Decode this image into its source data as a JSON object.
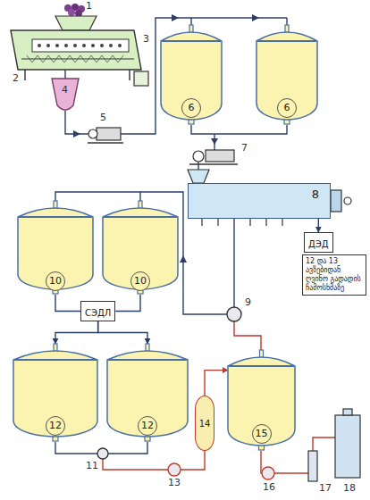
{
  "diagram": {
    "nodes": [
      {
        "text": [
          "6"
        ]
      },
      {
        "text": [
          "6"
        ]
      },
      {
        "text": [
          "8"
        ]
      },
      {
        "text": [
          "ДЭД"
        ]
      },
      {
        "text": [
          "12 და 13 ავზებიდან ღვინო გადადის ჩამოსხმაზე"
        ]
      },
      {
        "text": [
          "10"
        ]
      },
      {
        "text": [
          "10"
        ]
      },
      {
        "text": [
          "СЭДЛ"
        ]
      },
      {
        "text": [
          "12"
        ]
      },
      {
        "text": [
          "12"
        ]
      },
      {
        "text": [
          "14"
        ]
      },
      {
        "text": [
          "15"
        ]
      }
    ],
    "edges": [
      {
        "from": 2,
        "to": 3,
        "arrow": "to"
      },
      {
        "from": 5,
        "to": 7,
        "arrow": "none"
      },
      {
        "from": 6,
        "to": 7,
        "arrow": "none"
      },
      {
        "from": 7,
        "to": 8,
        "arrow": "to"
      },
      {
        "from": 7,
        "to": 9,
        "arrow": "to"
      },
      {
        "from": 10,
        "to": 11,
        "arrow": "to"
      }
    ],
    "labels": [
      "1",
      "2",
      "3",
      "4",
      "5",
      "7",
      "9",
      "11",
      "13",
      "16",
      "17",
      "18"
    ]
  }
}
